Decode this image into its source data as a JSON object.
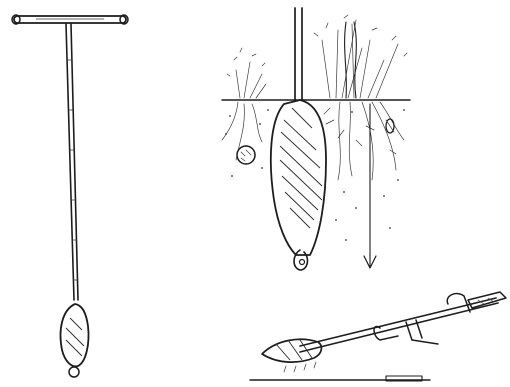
{
  "figure": {
    "background": "#ffffff",
    "ink_color": "#1d1d1d",
    "panels": [
      "standing-mole-plough",
      "cross-section-through-soil",
      "mole-plough-in-use"
    ]
  }
}
